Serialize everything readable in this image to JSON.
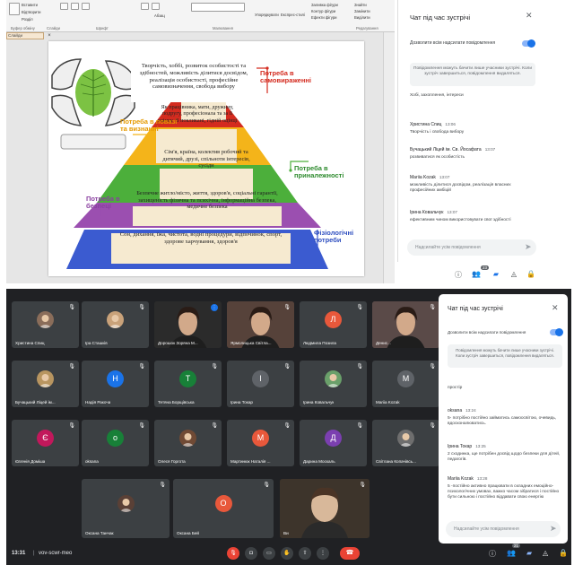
{
  "ppt": {
    "thumbs_tab": "Слайди",
    "ribbon_labels": [
      "Вставити",
      "Відтворити",
      "Розділ",
      "Абзац",
      "Упорядкувати",
      "Експрес-стилі",
      "Заливка фігури",
      "Контур фігури",
      "Ефекти фігури",
      "Знайти",
      "Замінити",
      "Виділити",
      "Буфер обміну",
      "Слайди",
      "Шрифт",
      "Малювання",
      "Редагування"
    ],
    "pyramid": [
      {
        "text": "Творчість, хоббі, розвиток особистості та здібностей, можливість ділитися досвідом, реалізація особистості, професійне самовизначення, свобода вибору",
        "color": "#d42b1f"
      },
      {
        "text": "Як працівника, мати, дружину, подругу, професіонала та за її оцінку. В покликані, гідній оцінці",
        "color": "#f4b41a"
      },
      {
        "text": "Сім'я, країна, колектив робочий та дитячий, друзі, спільноти інтересів, сусіди",
        "color": "#4caf3b"
      },
      {
        "text": "Безпечне житло/місто, життя, здоров'я, соціальні гарантії, захищеність фізична та психічна, інформаційна безпека, медичне безпека",
        "color": "#9b4fb0"
      },
      {
        "text": "Сон, дихання, їжа, чистота, водні процедури, відпочинок, спорт, здорове харчування, здоров'я",
        "color": "#3b5bd0"
      }
    ],
    "labels": {
      "self_actualization": "Потреба в самовираженні",
      "esteem": "Потреба в повазі та визнанні",
      "belonging": "Потреба в приналежності",
      "safety": "Потреба в безпеці",
      "physiological": "Фізіологічні потреби"
    }
  },
  "chat_top": {
    "title": "Чат під час зустрічі",
    "toggle_label": "Дозволити всім надсилати повідомлення",
    "info": "Повідомлення можуть бачити лише учасники зустрічі. Коли зустріч завершиться, повідомлення видаляться.",
    "messages": [
      {
        "name": "",
        "time": "",
        "text": "Хобі, захоплення, інтереси"
      },
      {
        "name": "Христина Спиц",
        "time": "13:06",
        "text": "Творчість і свобода вибору"
      },
      {
        "name": "Бучацький Ліцей ім. Св. Йосафата",
        "time": "13:07",
        "text": "розвиватися як особистість"
      },
      {
        "name": "Mariia Kozak",
        "time": "13:07",
        "text": "можливість ділитися досвідом, реалізація власних професійних амбіцій"
      },
      {
        "name": "Ірина Ковальчук",
        "time": "13:07",
        "text": "ефективним чином використовувати свої здібності"
      }
    ],
    "input_placeholder": "Надсилайте усім повідомлення",
    "participants_badge": "23"
  },
  "meet": {
    "tiles": [
      {
        "name": "Христина Спиц",
        "type": "photo",
        "color": "#8a6d5a"
      },
      {
        "name": "Іра Сташків",
        "type": "photo",
        "color": "#c9a27a"
      },
      {
        "name": "Дорошок Зоряна М...",
        "type": "video",
        "color": "#2b2b2b",
        "speaking": true
      },
      {
        "name": "Ярмолицька Світла...",
        "type": "video",
        "color": "#56423a"
      },
      {
        "name": "Людмила Позила",
        "type": "letter",
        "letter": "Л",
        "color": "#e8583b"
      },
      {
        "name": "Денис...",
        "type": "video",
        "color": "#5a4a48"
      },
      {
        "name": "Бучацький Ліцей ім...",
        "type": "photo",
        "color": "#b89560"
      },
      {
        "name": "Надія Ракоча",
        "type": "letter",
        "letter": "Н",
        "color": "#1a73e8"
      },
      {
        "name": "Тетяна Борщівська",
        "type": "letter",
        "letter": "Т",
        "color": "#188038"
      },
      {
        "name": "Ірина Токар",
        "type": "letter",
        "letter": "І",
        "color": "#5f6368"
      },
      {
        "name": "Ірина Ковальчук",
        "type": "photo",
        "color": "#6aa06a"
      },
      {
        "name": "Mariia Kozak",
        "type": "letter",
        "letter": "M",
        "color": "#5f6368"
      },
      {
        "name": "Євгенія Доміша",
        "type": "letter",
        "letter": "Є",
        "color": "#c2185b"
      },
      {
        "name": "oksana",
        "type": "letter",
        "letter": "o",
        "color": "#188038"
      },
      {
        "name": "Олеся Горгота",
        "type": "photo",
        "color": "#704a35"
      },
      {
        "name": "Мартинюк Наталія ...",
        "type": "letter",
        "letter": "М",
        "color": "#e8583b"
      },
      {
        "name": "Дарина Москаль",
        "type": "letter",
        "letter": "Д",
        "color": "#7b3fb0"
      },
      {
        "name": "Світлана Копачівсь...",
        "type": "photo",
        "color": "#6e6e6e"
      },
      {
        "name": "Оксана Танчак",
        "type": "photo",
        "color": "#5a4036"
      },
      {
        "name": "Оксана Бей",
        "type": "letter",
        "letter": "О",
        "color": "#e8583b"
      }
    ],
    "self_name": "Ви",
    "meeting_time": "13:31",
    "meeting_code": "vov-scwr-meo",
    "participants_badge": "21"
  },
  "chat_bottom": {
    "title": "Чат під час зустрічі",
    "toggle_label": "Дозволити всім надсилати повідомлення",
    "info": "Повідомлення можуть бачити лише учасники зустрічі. Коли зустріч завершиться, повідомлення видаляться.",
    "messages": [
      {
        "name": "",
        "time": "",
        "text": "простір"
      },
      {
        "name": "oksana",
        "time": "13:24",
        "text": "5- потрібно постійно займатись самоосвітою, очевидь, вдосконалюватись."
      },
      {
        "name": "Ірина Токар",
        "time": "13:25",
        "text": "2 сходинка, ще потрібен досвід щодо безпеки для дітей, педагогів."
      },
      {
        "name": "Mariia Kozak",
        "time": "13:28",
        "text": "5 -постійно активно працювати в складних емоційно-психологічних умовах, важко часом зібратися і постійно бути сильною і постійно віддавати свою енергію"
      }
    ],
    "input_placeholder": "Надсилайте усім повідомлення"
  }
}
